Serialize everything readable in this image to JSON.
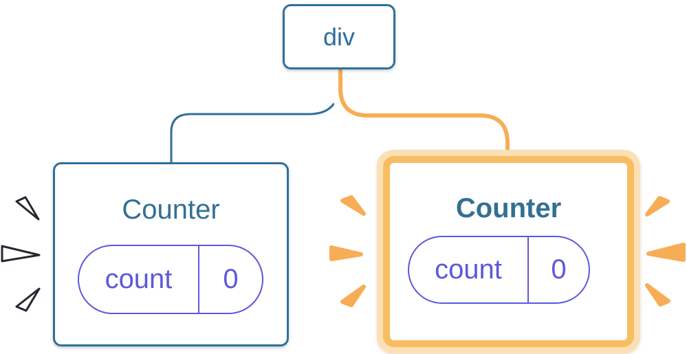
{
  "diagram": {
    "root": {
      "label": "div"
    },
    "children": [
      {
        "id": "counter-left",
        "title": "Counter",
        "state": {
          "key": "count",
          "value": "0"
        },
        "emphasis": "normal",
        "burst": "dark-outline-flash-rays"
      },
      {
        "id": "counter-right",
        "title": "Counter",
        "state": {
          "key": "count",
          "value": "0"
        },
        "emphasis": "highlighted-orange",
        "burst": "orange-flash-rays"
      }
    ]
  },
  "icons": {
    "burst_ray": "triangle-flash-ray"
  },
  "colors": {
    "blue": "#2e6f9d",
    "title_blue": "#336f93",
    "purple": "#5c58dc",
    "orange": "#f6ad55",
    "orange_border": "#f8bc62",
    "orange_light": "#fce0b5",
    "dark": "#23272f"
  }
}
